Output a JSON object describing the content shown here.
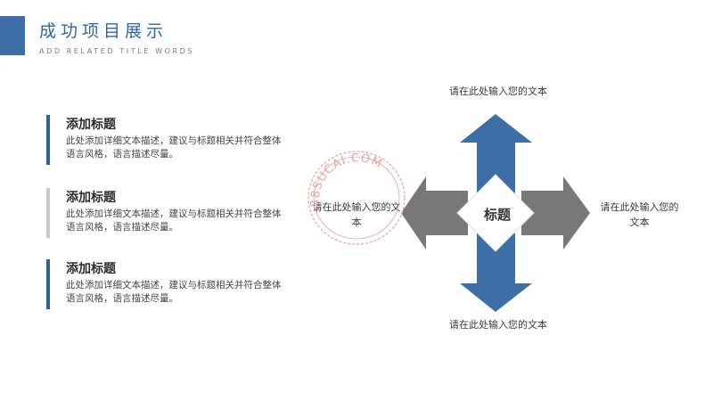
{
  "header": {
    "title": "成功项目展示",
    "subtitle": "ADD RELATED TITLE WORDS"
  },
  "items": [
    {
      "title": "添加标题",
      "desc": "此处添加详细文本描述，建议与标题相关并符合整体语言风格，语言描述尽量。",
      "bar_color": "#2f5f9e"
    },
    {
      "title": "添加标题",
      "desc": "此处添加详细文本描述，建议与标题相关并符合整体语言风格，语言描述尽量。",
      "bar_color": "#c8c8c8"
    },
    {
      "title": "添加标题",
      "desc": "此处添加详细文本描述，建议与标题相关并符合整体语言风格，语言描述尽量。",
      "bar_color": "#2f5f9e"
    }
  ],
  "diagram": {
    "center_label": "标题",
    "top_label": "请在此处输入您的文本",
    "bottom_label": "请在此处输入您的文本",
    "left_label": "请在此处输入您的文本",
    "right_label": "请在此处输入您的文本",
    "colors": {
      "blue": "#3d6fa6",
      "gray": "#787878",
      "center": "#ffffff"
    }
  },
  "watermark": {
    "text": "88SUCAI.COM",
    "color": "#e8a0a0"
  }
}
